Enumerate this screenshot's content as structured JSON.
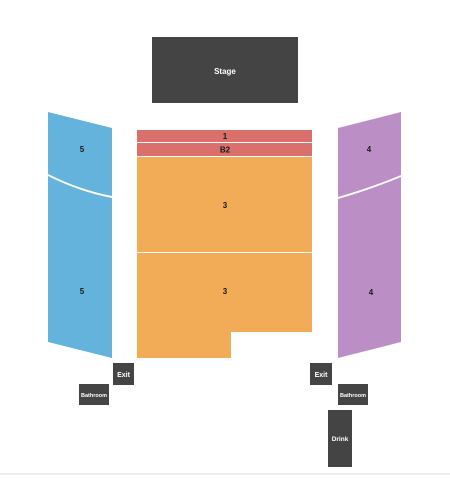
{
  "stage": {
    "label": "Stage",
    "color": "#444444"
  },
  "sections": {
    "s1": {
      "label": "1",
      "color": "#d9706b"
    },
    "sb2": {
      "label": "B2",
      "color": "#d9706b"
    },
    "s3_upper": {
      "label": "3",
      "color": "#f2ac58"
    },
    "s3_lower": {
      "label": "3",
      "color": "#f2ac58"
    },
    "s5_upper": {
      "label": "5",
      "color": "#63b3dd"
    },
    "s5_lower": {
      "label": "5",
      "color": "#63b3dd"
    },
    "s4_upper": {
      "label": "4",
      "color": "#bb8fc6"
    },
    "s4_lower": {
      "label": "4",
      "color": "#bb8fc6"
    }
  },
  "facilities": {
    "exit_left": {
      "label": "Exit"
    },
    "exit_right": {
      "label": "Exit"
    },
    "bathroom_left": {
      "label": "Bathroom"
    },
    "bathroom_right": {
      "label": "Bathroom"
    },
    "drink": {
      "label": "Drink"
    },
    "color": "#444444"
  }
}
